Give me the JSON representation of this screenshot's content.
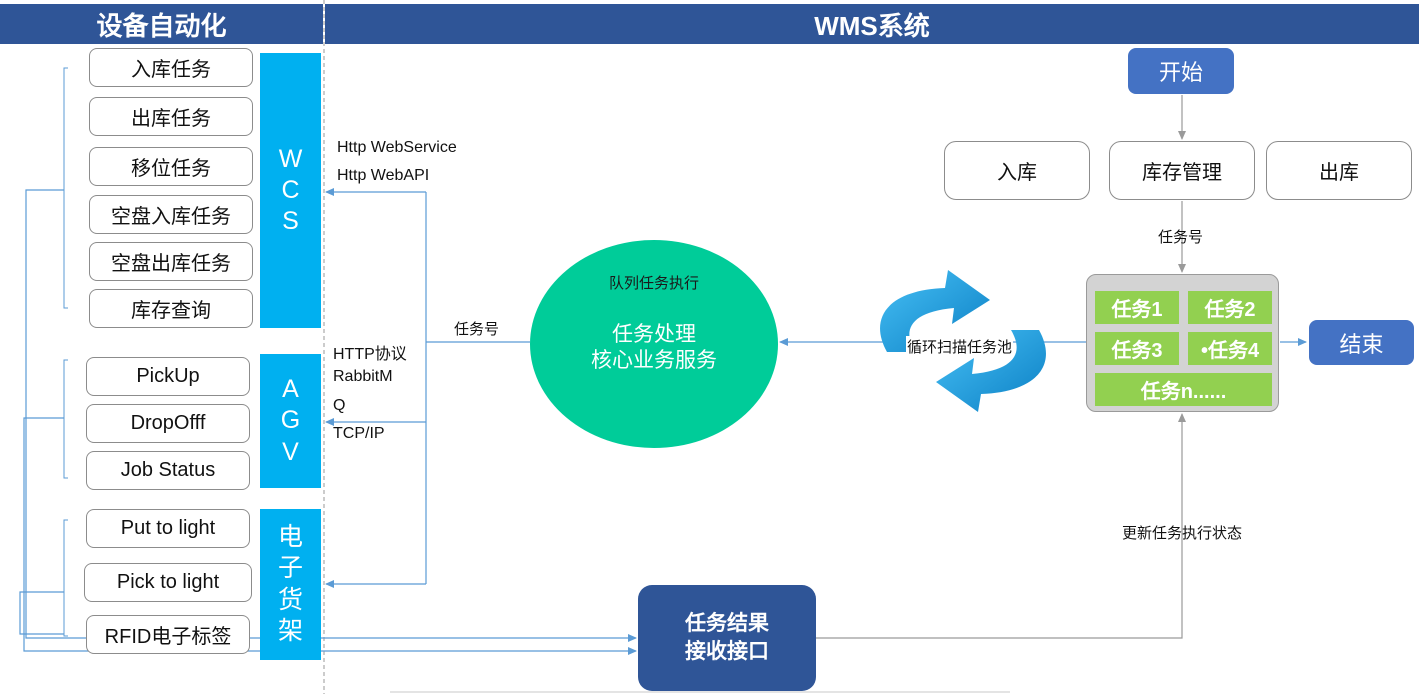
{
  "header": {
    "left_title": "设备自动化",
    "right_title": "WMS系统"
  },
  "devices": {
    "wcs": {
      "label_chars": [
        "W",
        "C",
        "S"
      ],
      "tasks": [
        "入库任务",
        "出库任务",
        "移位任务",
        "空盘入库任务",
        "空盘出库任务",
        "库存查询"
      ]
    },
    "agv": {
      "label_chars": [
        "A",
        "G",
        "V"
      ],
      "tasks": [
        "PickUp",
        "DropOfff",
        "Job Status"
      ]
    },
    "shelf": {
      "label_chars": [
        "电",
        "子",
        "货",
        "架"
      ],
      "tasks": [
        "Put to light",
        "Pick to light",
        "RFID电子标签"
      ]
    }
  },
  "protocols": {
    "wcs": [
      "Http WebService",
      "Http WebAPI"
    ],
    "agv": [
      "HTTP协议",
      "RabbitM",
      "Q",
      "TCP/IP"
    ]
  },
  "core": {
    "title": "队列任务执行",
    "line1": "任务处理",
    "line2": "核心业务服务",
    "task_no_label": "任务号"
  },
  "loop_label": "循环扫描任务池",
  "flow": {
    "start": "开始",
    "end": "结束",
    "inbound": "入库",
    "inventory": "库存管理",
    "outbound": "出库",
    "task_no_label": "任务号",
    "pool": [
      "任务1",
      "任务2",
      "任务3",
      "•任务4",
      "任务n......"
    ]
  },
  "result": {
    "line1": "任务结果",
    "line2": "接收接口",
    "update_label": "更新任务执行状态"
  },
  "colors": {
    "header": "#2f5597",
    "device_bar": "#00b0f0",
    "core_circle": "#00cc99",
    "pool_cell": "#92d050",
    "flow_blue": "#4472c4",
    "result_box": "#2f5597",
    "loop_arrow": "#1da1e0",
    "connector": "#5b9bd5"
  }
}
